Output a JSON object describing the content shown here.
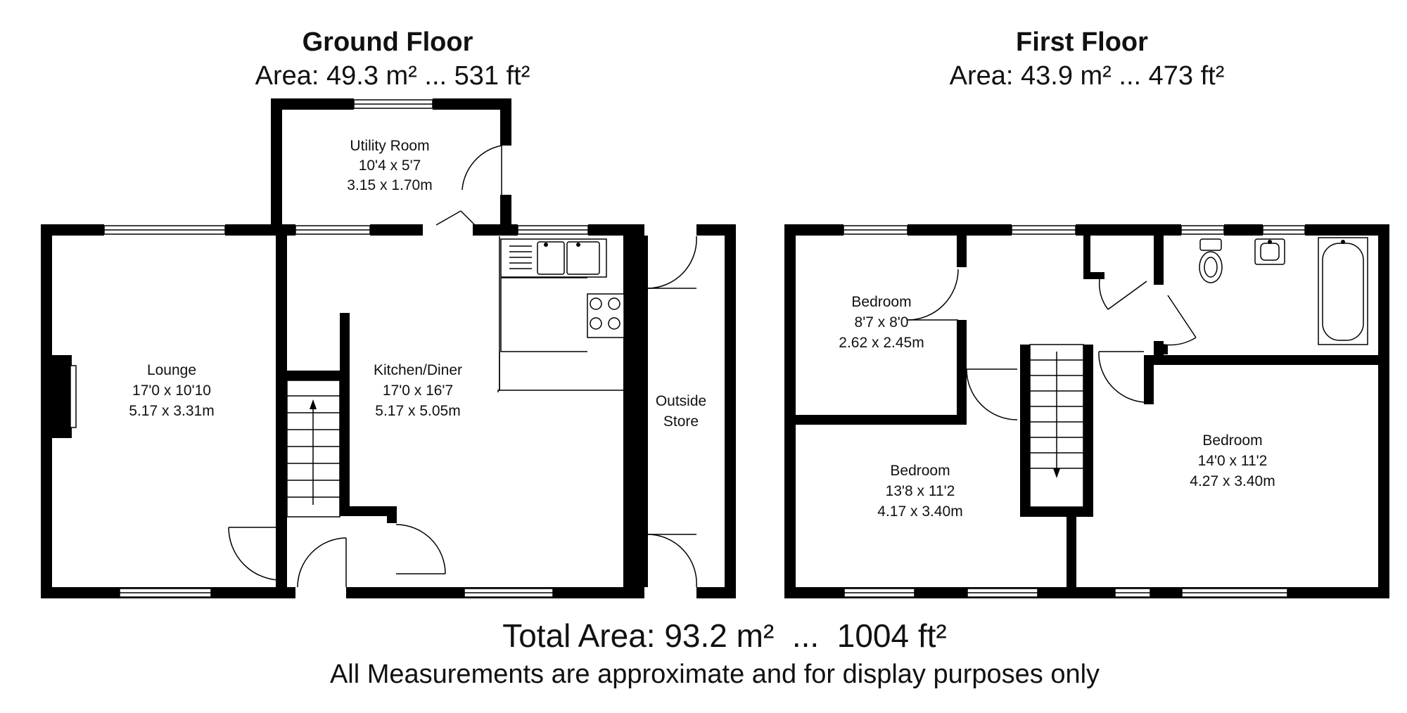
{
  "ground_floor": {
    "title": "Ground Floor",
    "area": "Area: 49.3 m² ... 531 ft²",
    "rooms": {
      "utility": {
        "name": "Utility Room",
        "imperial": "10'4 x 5'7",
        "metric": "3.15 x 1.70m"
      },
      "lounge": {
        "name": "Lounge",
        "imperial": "17'0 x 10'10",
        "metric": "5.17 x 3.31m"
      },
      "kitchen": {
        "name": "Kitchen/Diner",
        "imperial": "17'0 x 16'7",
        "metric": "5.17 x 5.05m"
      },
      "store": {
        "name_line1": "Outside",
        "name_line2": "Store"
      }
    }
  },
  "first_floor": {
    "title": "First Floor",
    "area": "Area: 43.9 m² ... 473 ft²",
    "rooms": {
      "bedroom_small": {
        "name": "Bedroom",
        "imperial": "8'7 x 8'0",
        "metric": "2.62 x 2.45m"
      },
      "bedroom_left": {
        "name": "Bedroom",
        "imperial": "13'8 x 11'2",
        "metric": "4.17 x 3.40m"
      },
      "bedroom_right": {
        "name": "Bedroom",
        "imperial": "14'0 x 11'2",
        "metric": "4.27 x 3.40m"
      }
    }
  },
  "footer": {
    "total_area": "Total Area: 93.2 m²  ...  1004 ft²",
    "disclaimer": "All Measurements are approximate and for display purposes only"
  },
  "colors": {
    "walls": "#000000",
    "background": "#ffffff",
    "fixtures": "#ffffff"
  },
  "icons": [
    "door-swing-icon",
    "window-icon",
    "stairs-icon",
    "sink-icon",
    "hob-icon",
    "toilet-icon",
    "basin-icon",
    "bath-icon",
    "fireplace-icon"
  ]
}
